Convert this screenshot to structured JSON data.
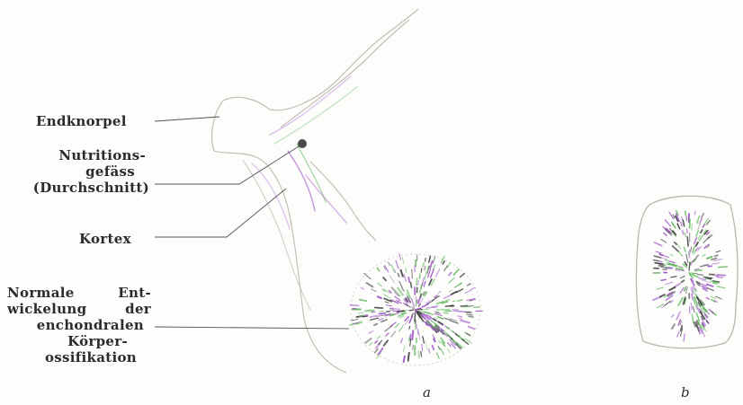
{
  "labels": {
    "endknorpel": "Endknorpel",
    "nutritions": [
      "Nutritions-",
      "gefäss",
      "(Durchschnitt)"
    ],
    "kortex": "Kortex",
    "normale": [
      "Normale  Ent-",
      "wickelung  der",
      "enchondralen",
      "Körper-",
      "ossifikation"
    ]
  },
  "figures": {
    "a": "a",
    "b": "b"
  },
  "colors": {
    "ink": "#2b2b2b",
    "outline": "#b9b6ae",
    "violet": "#9b4fc4",
    "green": "#5fb85a",
    "dark": "#3a3a3a"
  }
}
